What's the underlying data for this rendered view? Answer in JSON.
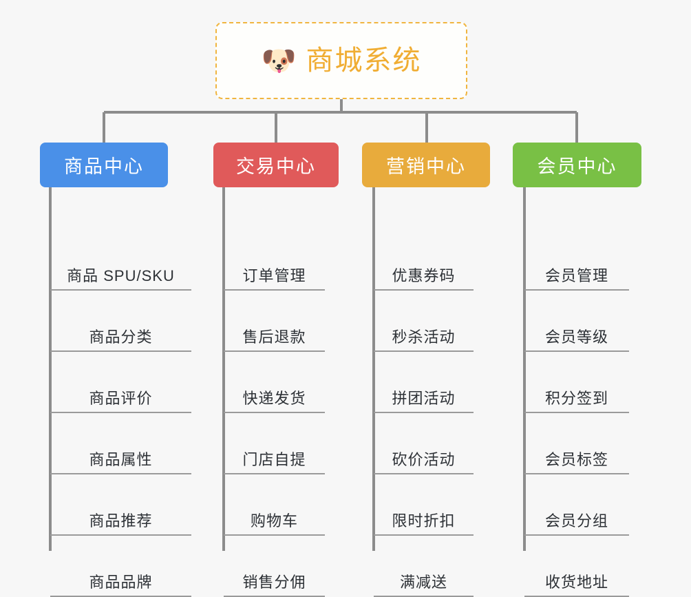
{
  "page": {
    "background_color": "#F7F7F7",
    "type": "organization-tree-diagram"
  },
  "root": {
    "icon": "dog-face-icon",
    "icon_glyph": "🐶",
    "title": "商城系统",
    "title_color": "#F0AD33",
    "border_color": "#F0B53F",
    "border_style": "dashed"
  },
  "columns": [
    {
      "key": "product-center",
      "label": "商品中心",
      "color": "#4A90E8",
      "items": [
        "商品 SPU/SKU",
        "商品分类",
        "商品评价",
        "商品属性",
        "商品推荐",
        "商品品牌"
      ]
    },
    {
      "key": "trade-center",
      "label": "交易中心",
      "color": "#E05A5A",
      "items": [
        "订单管理",
        "售后退款",
        "快递发货",
        "门店自提",
        "购物车",
        "销售分佣"
      ]
    },
    {
      "key": "marketing-center",
      "label": "营销中心",
      "color": "#E8AB3C",
      "items": [
        "优惠券码",
        "秒杀活动",
        "拼团活动",
        "砍价活动",
        "限时折扣",
        "满减送"
      ]
    },
    {
      "key": "member-center",
      "label": "会员中心",
      "color": "#79C045",
      "items": [
        "会员管理",
        "会员等级",
        "积分签到",
        "会员标签",
        "会员分组",
        "收货地址"
      ]
    }
  ],
  "connector": {
    "color": "#8C8C8C",
    "leaf_line_color": "#9A9A9A"
  }
}
